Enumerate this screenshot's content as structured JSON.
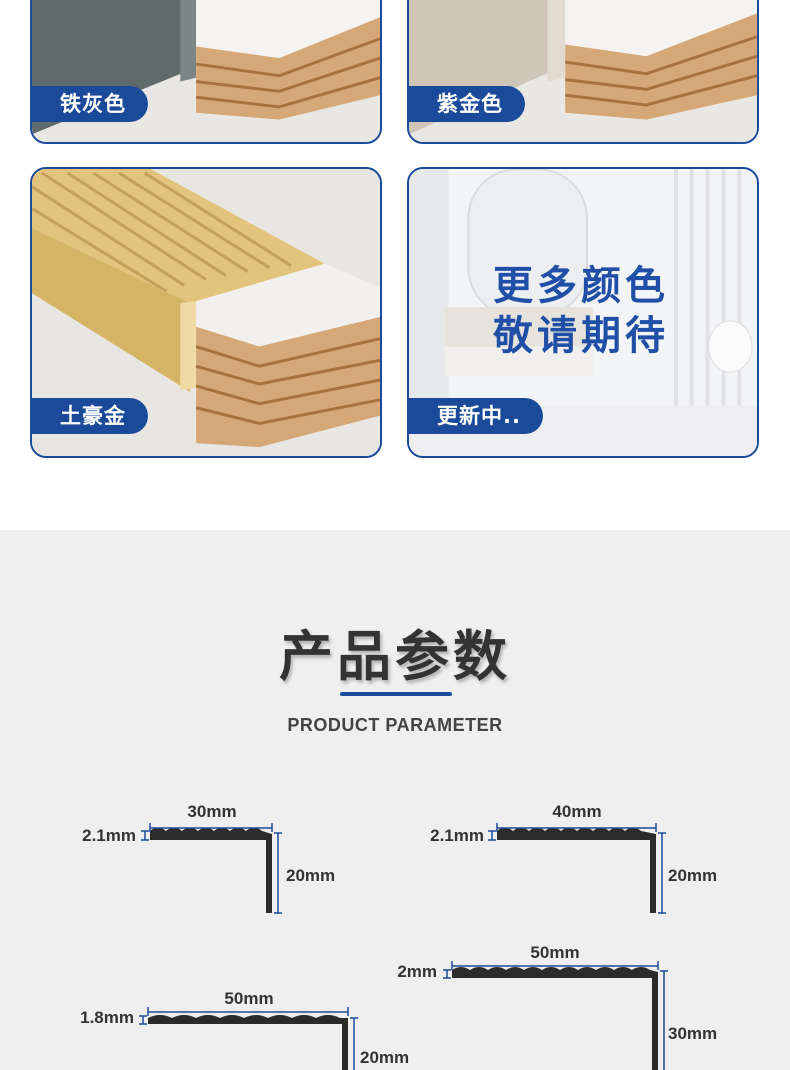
{
  "cards": [
    {
      "label": "铁灰色"
    },
    {
      "label": "紫金色"
    },
    {
      "label": "土豪金"
    },
    {
      "label": "更新中..",
      "headline_line1": "更多颜色",
      "headline_line2": "敬请期待"
    }
  ],
  "parameters": {
    "title": "产品参数",
    "subtitle": "PRODUCT PARAMETER",
    "profiles": [
      {
        "width": "30mm",
        "thickness": "2.1mm",
        "height": "20mm"
      },
      {
        "width": "40mm",
        "thickness": "2.1mm",
        "height": "20mm"
      },
      {
        "width": "50mm",
        "thickness": "1.8mm",
        "height": "20mm"
      },
      {
        "width": "50mm",
        "thickness": "2mm",
        "height": "30mm"
      }
    ]
  },
  "colors": {
    "accent_blue": "#1b4a9b",
    "headline_blue": "#1f4fa6",
    "profile_dark": "#2b2b2b"
  }
}
